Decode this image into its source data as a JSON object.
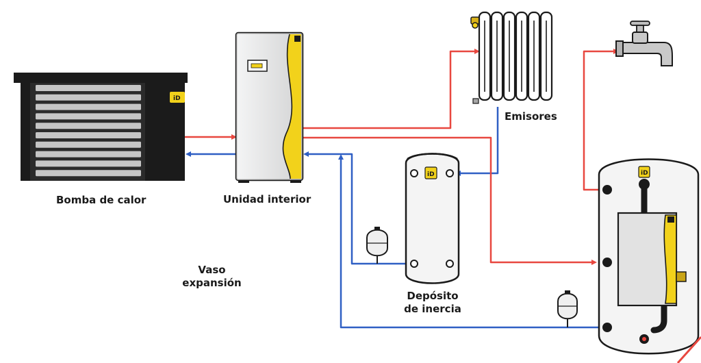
{
  "diagram": {
    "colors": {
      "hot": "#e8473f",
      "cold": "#2f5fc4",
      "accent": "#f2d21b",
      "outline": "#1a1a1a",
      "unit_body": "#e9eaeb",
      "tank_body": "#f4f4f4",
      "heat_pump_body": "#1b1b1b"
    },
    "labels": {
      "heat_pump": "Bomba de calor",
      "indoor_unit": "Unidad interior",
      "emitters": "Emisores",
      "expansion_line1": "Vaso",
      "expansion_line2": "expansión",
      "buffer_line1": "Depósito",
      "buffer_line2": "de inercia"
    },
    "brand_badge": "iD",
    "icons": [
      "heat-pump-icon",
      "indoor-unit-icon",
      "radiator-icon",
      "water-tap-icon",
      "buffer-tank-icon",
      "dhw-tank-icon",
      "expansion-vessel-icon"
    ]
  }
}
